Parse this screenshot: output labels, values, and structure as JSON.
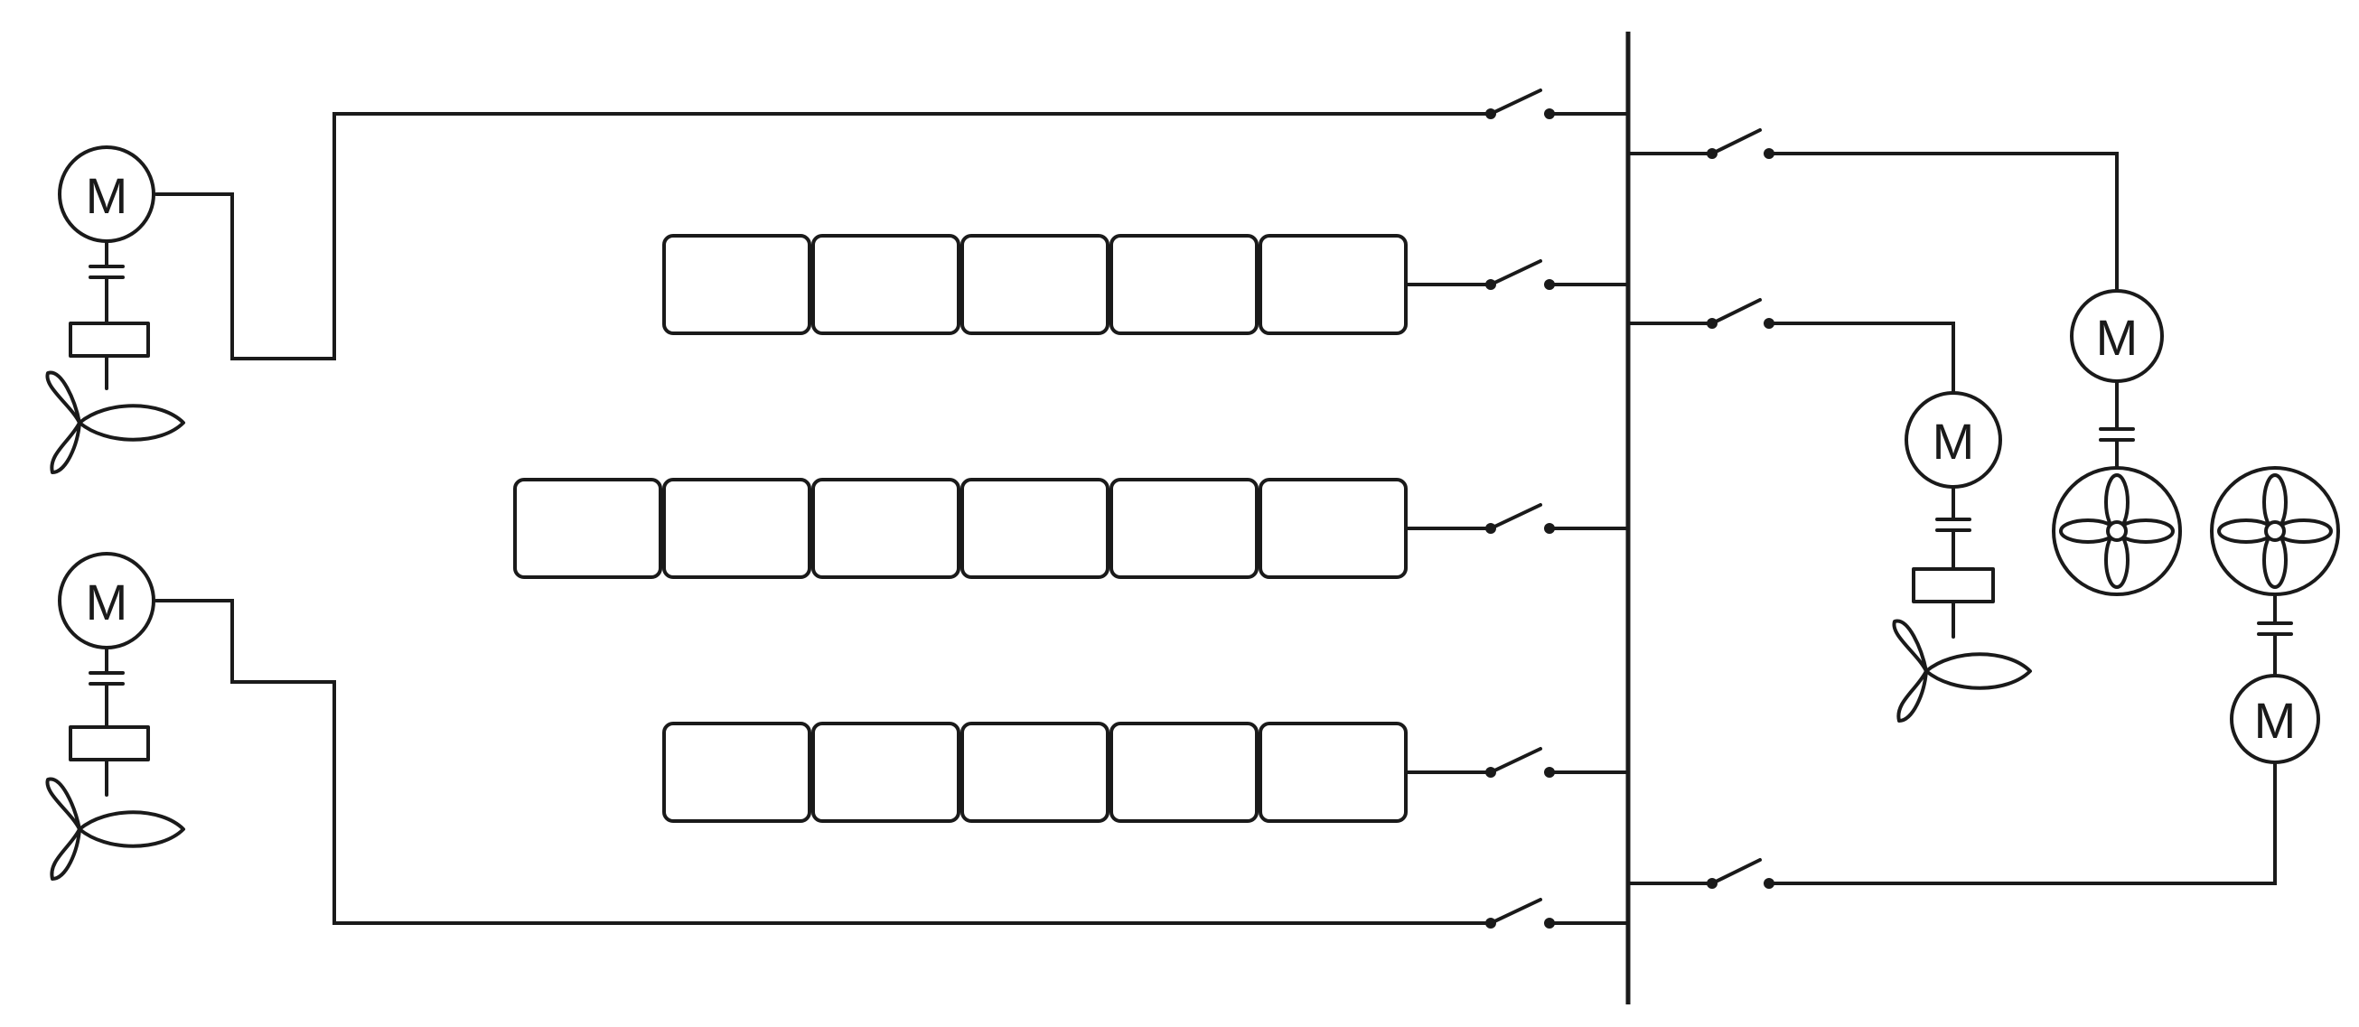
{
  "diagram": {
    "motor_label": "M",
    "bus_count": 1,
    "battery_strings": [
      {
        "id": "string-1",
        "cells": 5
      },
      {
        "id": "string-2",
        "cells": 6
      },
      {
        "id": "string-3",
        "cells": 5
      }
    ],
    "components": {
      "propulsion_motors": 3,
      "fan_motors": 2,
      "switches": 8
    },
    "colors": {
      "line": "#1a1a1a",
      "label": "#1a1a1a",
      "background": "#ffffff"
    }
  }
}
